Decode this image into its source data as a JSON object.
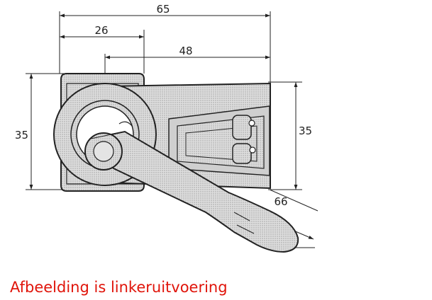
{
  "dimensions": {
    "overall_width": "65",
    "pivot_offset": "26",
    "pivot_to_end": "48",
    "height_left": "35",
    "height_right": "35",
    "handle_length": "66"
  },
  "caption": "Afbeelding is linkeruitvoering",
  "colors": {
    "line": "#222222",
    "fill": "#d4d4d4",
    "caption": "#e0140a"
  }
}
